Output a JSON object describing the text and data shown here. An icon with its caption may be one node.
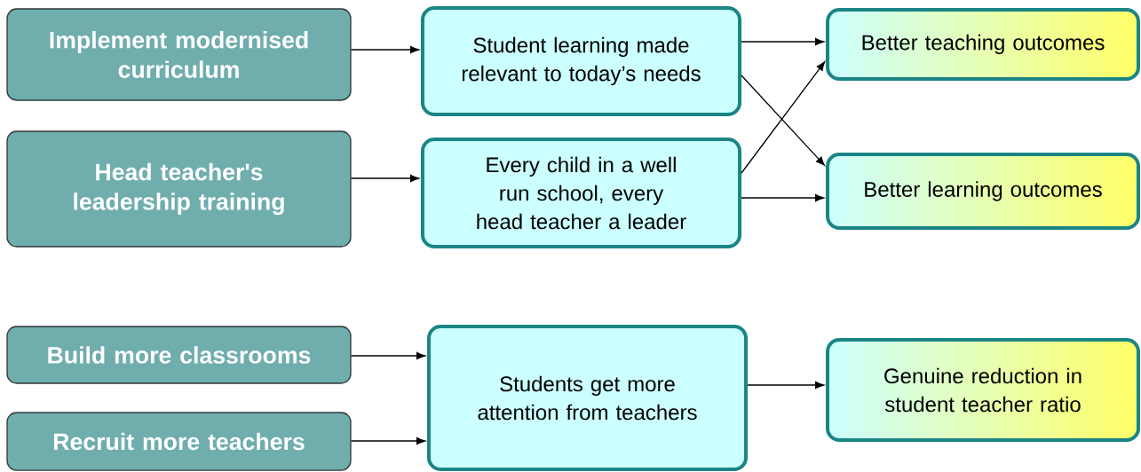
{
  "diagram": {
    "nodes": [
      {
        "text": [
          "Implement modernised curriculum"
        ]
      },
      {
        "text": [
          "Head teacher's leadership training"
        ]
      },
      {
        "text": [
          "Build more classrooms"
        ]
      },
      {
        "text": [
          "Recruit more teachers"
        ]
      },
      {
        "text": [
          "Student learning made relevant to today’s needs"
        ]
      },
      {
        "text": [
          "Every child in a well run school, every head teacher a leader"
        ]
      },
      {
        "text": [
          "Students get more attention from teachers"
        ]
      },
      {
        "text": [
          "Better teaching outcomes"
        ]
      },
      {
        "text": [
          "Better learning outcomes"
        ]
      },
      {
        "text": [
          "Genuine reduction in student teacher ratio"
        ]
      }
    ],
    "edges": [
      {
        "from": 0,
        "to": 4,
        "arrow": "to"
      },
      {
        "from": 1,
        "to": 5,
        "arrow": "to"
      },
      {
        "from": 4,
        "to": 7,
        "arrow": "to"
      },
      {
        "from": 4,
        "to": 8,
        "arrow": "to"
      },
      {
        "from": 5,
        "to": 7,
        "arrow": "to"
      },
      {
        "from": 5,
        "to": 8,
        "arrow": "to"
      },
      {
        "from": 2,
        "to": 6,
        "arrow": "to"
      },
      {
        "from": 3,
        "to": 6,
        "arrow": "to"
      },
      {
        "from": 6,
        "to": 9,
        "arrow": "to"
      }
    ]
  }
}
